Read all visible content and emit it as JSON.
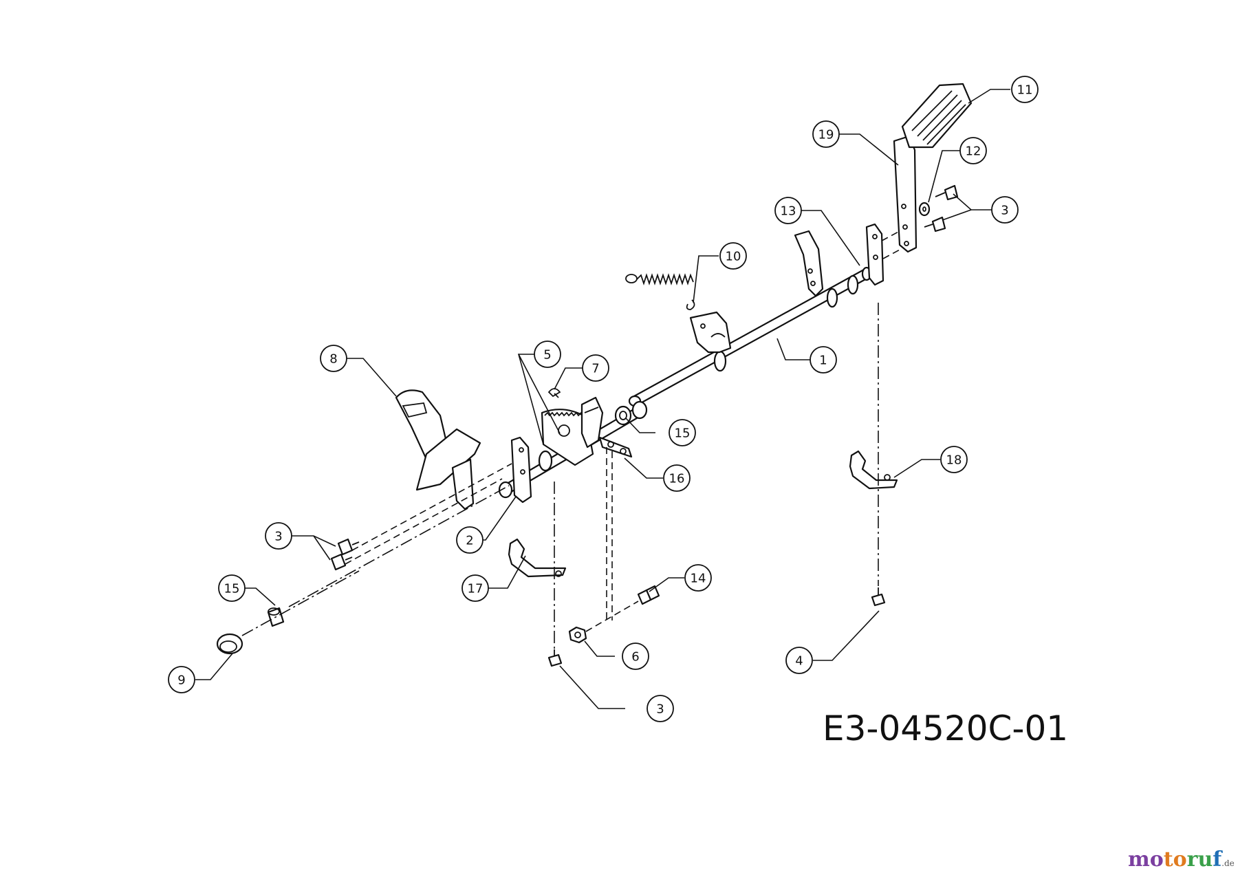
{
  "drawing_number": "E3-04520C-01",
  "watermark": {
    "text": "motoruf",
    "suffix": ".de",
    "colors": [
      "#7b3fa0",
      "#e07b1f",
      "#3aa04a",
      "#1f6fb5"
    ]
  },
  "callouts": [
    {
      "id": "c1",
      "label": "1"
    },
    {
      "id": "c2",
      "label": "2"
    },
    {
      "id": "c3a",
      "label": "3"
    },
    {
      "id": "c3b",
      "label": "3"
    },
    {
      "id": "c3c",
      "label": "3"
    },
    {
      "id": "c4",
      "label": "4"
    },
    {
      "id": "c5",
      "label": "5"
    },
    {
      "id": "c6",
      "label": "6"
    },
    {
      "id": "c7",
      "label": "7"
    },
    {
      "id": "c8",
      "label": "8"
    },
    {
      "id": "c9",
      "label": "9"
    },
    {
      "id": "c10",
      "label": "10"
    },
    {
      "id": "c11",
      "label": "11"
    },
    {
      "id": "c12",
      "label": "12"
    },
    {
      "id": "c13",
      "label": "13"
    },
    {
      "id": "c14",
      "label": "14"
    },
    {
      "id": "c15a",
      "label": "15"
    },
    {
      "id": "c15b",
      "label": "15"
    },
    {
      "id": "c16",
      "label": "16"
    },
    {
      "id": "c17",
      "label": "17"
    },
    {
      "id": "c18",
      "label": "18"
    },
    {
      "id": "c19",
      "label": "19"
    }
  ]
}
